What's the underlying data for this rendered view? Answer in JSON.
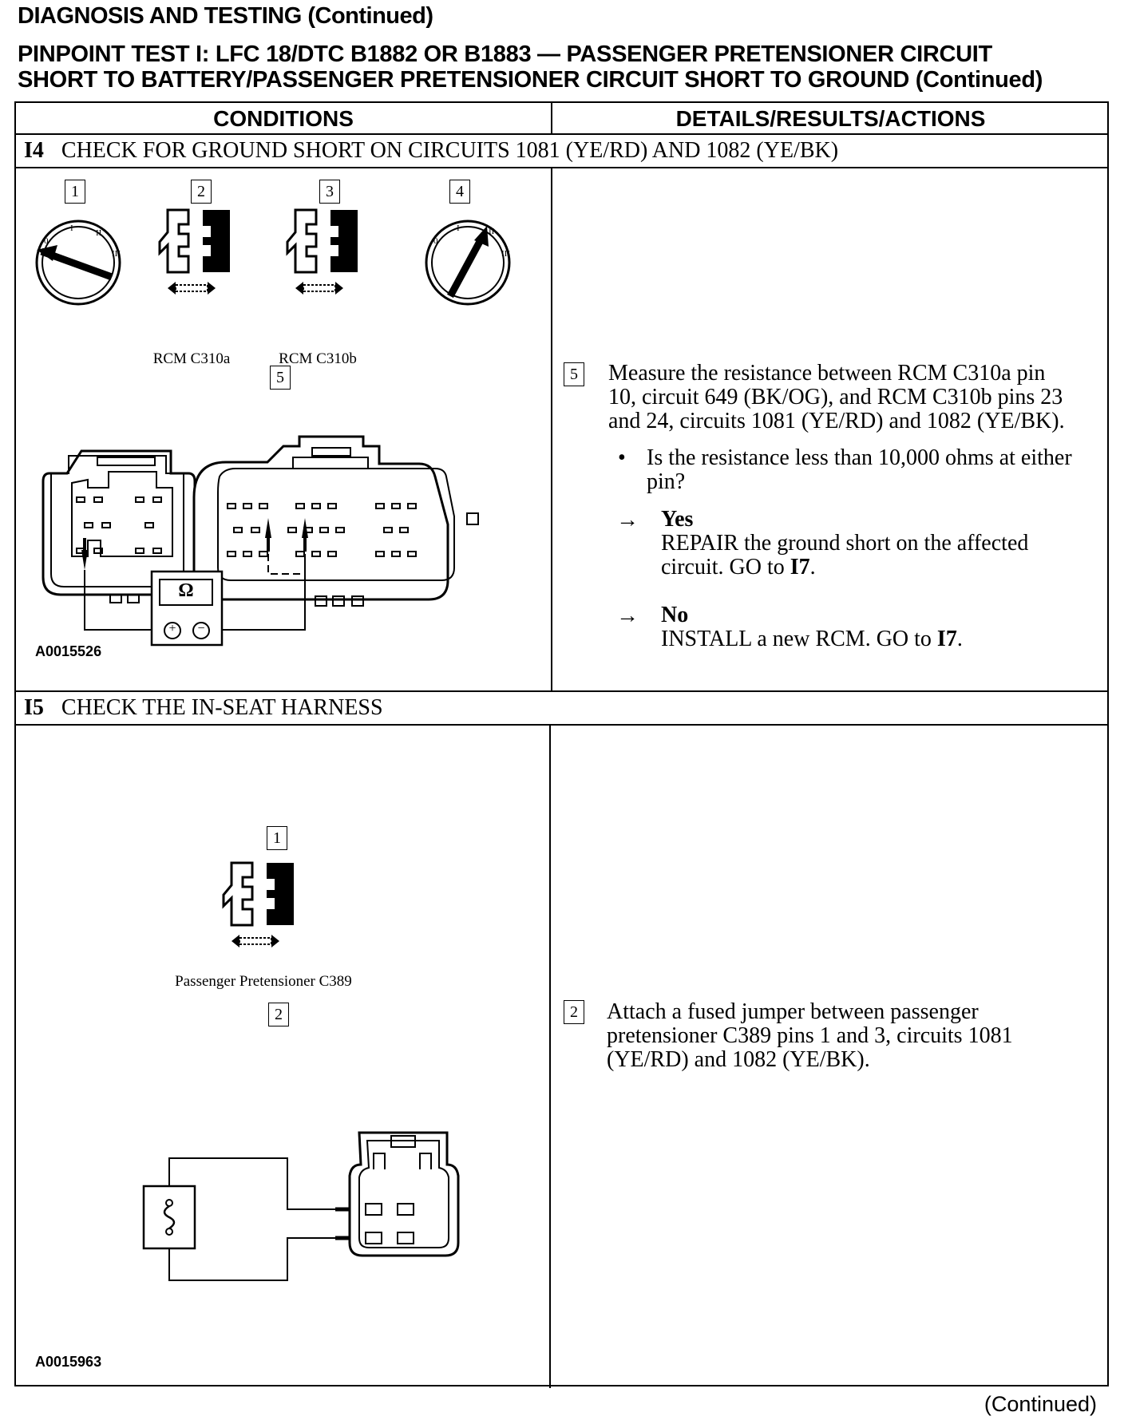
{
  "page_title": "DIAGNOSIS AND TESTING (Continued)",
  "test_title_line1": "PINPOINT TEST I: LFC 18/DTC B1882 OR B1883 — PASSENGER PRETENSIONER CIRCUIT",
  "test_title_line2": "SHORT TO BATTERY/PASSENGER PRETENSIONER CIRCUIT SHORT TO GROUND (Continued)",
  "table": {
    "col_conditions": "CONDITIONS",
    "col_details": "DETAILS/RESULTS/ACTIONS"
  },
  "step_i4": {
    "id": "I4",
    "title": "CHECK FOR GROUND SHORT ON CIRCUITS 1081 (YE/RD) AND 1082 (YE/BK)",
    "callouts": [
      "1",
      "2",
      "3",
      "4",
      "5"
    ],
    "connector_a_label": "RCM C310a",
    "connector_b_label": "RCM C310b",
    "meter_symbol": "Ω",
    "plus": "+",
    "minus": "−",
    "figure_id": "A0015526",
    "detail_callout": "5",
    "detail_line1": "Measure the resistance between RCM C310a pin",
    "detail_line2": "10, circuit 649 (BK/OG), and RCM C310b pins 23",
    "detail_line3": "and 24, circuits 1081 (YE/RD) and 1082 (YE/BK).",
    "bullet": "•",
    "question_line1": "Is the resistance less than 10,000 ohms at either",
    "question_line2": "pin?",
    "arrow": "→",
    "yes_label": "Yes",
    "yes_line1": "REPAIR the ground short on the affected",
    "yes_line2_prefix": "circuit. GO to ",
    "yes_goto": "I7",
    "yes_suffix": ".",
    "no_label": "No",
    "no_line1_prefix": "INSTALL a new RCM. GO to ",
    "no_goto": "I7",
    "no_suffix": "."
  },
  "step_i5": {
    "id": "I5",
    "title": "CHECK THE IN-SEAT HARNESS",
    "callouts": [
      "1",
      "2"
    ],
    "connector_label": "Passenger Pretensioner C389",
    "figure_id": "A0015963",
    "detail_callout": "2",
    "detail_line1": "Attach a fused jumper between passenger",
    "detail_line2": "pretensioner C389 pins 1 and 3, circuits 1081",
    "detail_line3": "(YE/RD) and 1082 (YE/BK)."
  },
  "footer_continued": "(Continued)"
}
